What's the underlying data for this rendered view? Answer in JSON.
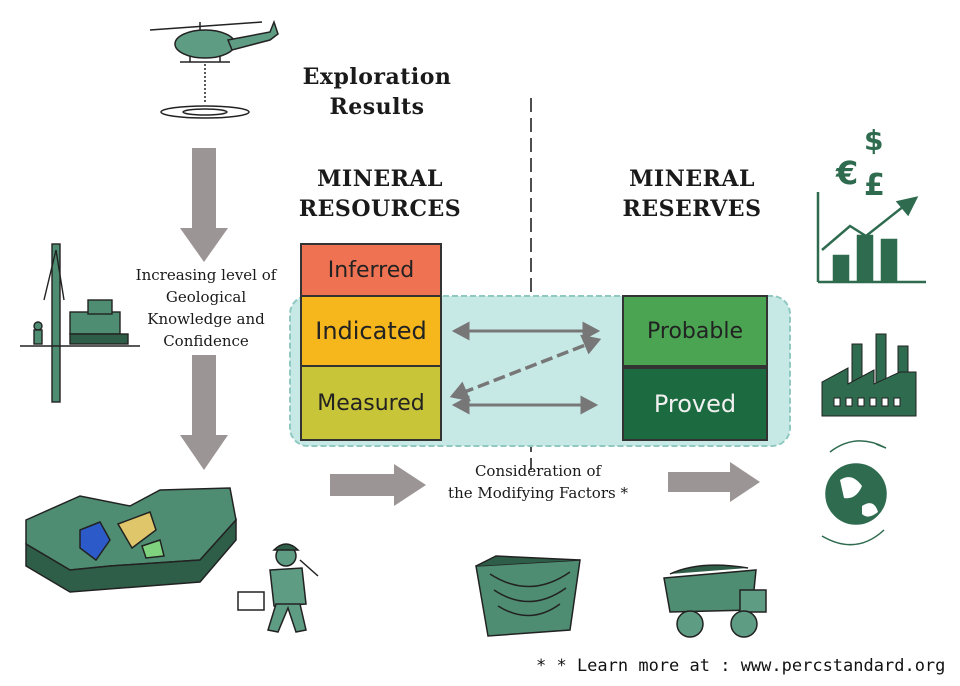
{
  "exploration": {
    "line1": "Exploration",
    "line2": "Results"
  },
  "resources": {
    "line1": "MINERAL",
    "line2": "RESOURCES"
  },
  "reserves": {
    "line1": "MINERAL",
    "line2": "RESERVES"
  },
  "knowledge_text": [
    "Increasing level of",
    "Geological",
    "Knowledge and",
    "Confidence"
  ],
  "boxes": {
    "inferred": "Inferred",
    "indicated": "Indicated",
    "measured": "Measured",
    "probable": "Probable",
    "proved": "Proved"
  },
  "modifying": {
    "line1": "Consideration of",
    "line2": "the Modifying Factors *"
  },
  "footer": "* * Learn more at : www.percstandard.org",
  "currency": {
    "dollar": "$",
    "euro": "€",
    "pound": "£"
  },
  "colors": {
    "inferred": "#ef7352",
    "indicated": "#f5b71c",
    "measured": "#c9c538",
    "probable": "#4aa452",
    "proved": "#1c6b40",
    "panel": "#c7e9e6",
    "icon_green": "#2f6b4f",
    "arrow_gray": "#9b9595"
  },
  "icons": [
    "helicopter-icon",
    "drill-rig-icon",
    "terrain-map-icon",
    "geologist-icon",
    "open-pit-icon",
    "haul-truck-icon",
    "finance-chart-icon",
    "factory-icon",
    "globe-hands-icon"
  ]
}
